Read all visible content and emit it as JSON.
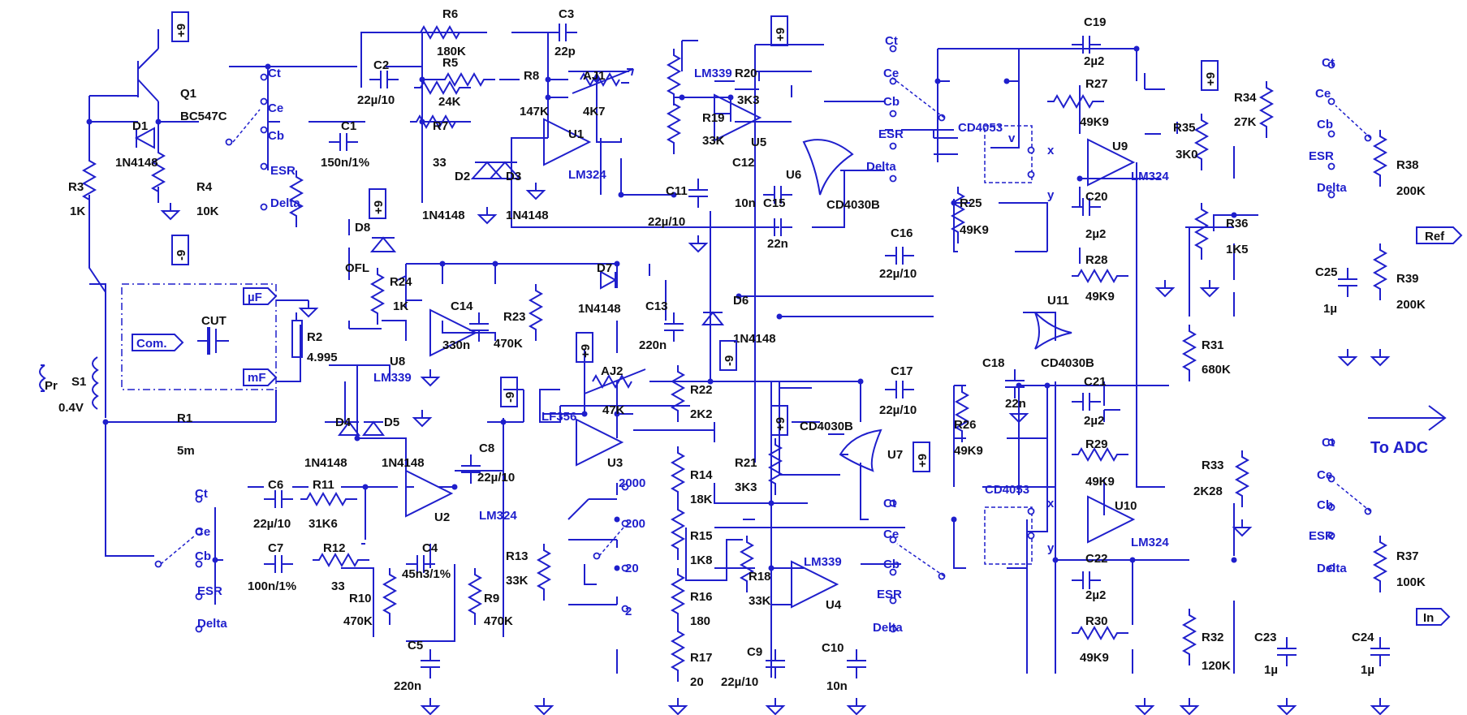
{
  "colors": {
    "wire": "#1f1fcc",
    "text": "#111111",
    "net_label": "#1f1fcc",
    "background": "#ffffff"
  },
  "resistors": [
    {
      "ref": "R1",
      "value": "5m"
    },
    {
      "ref": "R2",
      "value": "4.995"
    },
    {
      "ref": "R3",
      "value": "1K"
    },
    {
      "ref": "R4",
      "value": "10K"
    },
    {
      "ref": "R5",
      "value": "24K"
    },
    {
      "ref": "R6",
      "value": "180K"
    },
    {
      "ref": "R7",
      "value": "33"
    },
    {
      "ref": "R8",
      "value": "147K"
    },
    {
      "ref": "R9",
      "value": "470K"
    },
    {
      "ref": "R10",
      "value": "470K"
    },
    {
      "ref": "R11",
      "value": "31K6"
    },
    {
      "ref": "R12",
      "value": "33"
    },
    {
      "ref": "R13",
      "value": "33K"
    },
    {
      "ref": "R14",
      "value": "18K"
    },
    {
      "ref": "R15",
      "value": "1K8"
    },
    {
      "ref": "R16",
      "value": "180"
    },
    {
      "ref": "R17",
      "value": "20"
    },
    {
      "ref": "R18",
      "value": "33K"
    },
    {
      "ref": "R19",
      "value": "33K"
    },
    {
      "ref": "R20",
      "value": "3K3"
    },
    {
      "ref": "R21",
      "value": "3K3"
    },
    {
      "ref": "R22",
      "value": "2K2"
    },
    {
      "ref": "R23",
      "value": "470K"
    },
    {
      "ref": "R24",
      "value": "1K"
    },
    {
      "ref": "R25",
      "value": "49K9"
    },
    {
      "ref": "R26",
      "value": "49K9"
    },
    {
      "ref": "R27",
      "value": "49K9"
    },
    {
      "ref": "R28",
      "value": "49K9"
    },
    {
      "ref": "R29",
      "value": "49K9"
    },
    {
      "ref": "R30",
      "value": "49K9"
    },
    {
      "ref": "R31",
      "value": "680K"
    },
    {
      "ref": "R32",
      "value": "120K"
    },
    {
      "ref": "R33",
      "value": "2K28"
    },
    {
      "ref": "R34",
      "value": "27K"
    },
    {
      "ref": "R35",
      "value": "3K0"
    },
    {
      "ref": "R36",
      "value": "1K5"
    },
    {
      "ref": "R37",
      "value": "100K"
    },
    {
      "ref": "R38",
      "value": "200K"
    },
    {
      "ref": "R39",
      "value": "200K"
    }
  ],
  "capacitors": [
    {
      "ref": "C1",
      "value": "150n/1%"
    },
    {
      "ref": "C2",
      "value": "22µ/10"
    },
    {
      "ref": "C3",
      "value": "22p"
    },
    {
      "ref": "C4",
      "value": "45n3/1%"
    },
    {
      "ref": "C5",
      "value": "220n"
    },
    {
      "ref": "C6",
      "value": "22µ/10"
    },
    {
      "ref": "C7",
      "value": "100n/1%"
    },
    {
      "ref": "C8",
      "value": "22µ/10"
    },
    {
      "ref": "C9",
      "value": "22µ/10"
    },
    {
      "ref": "C10",
      "value": "10n"
    },
    {
      "ref": "C11",
      "value": "22µ/10"
    },
    {
      "ref": "C12",
      "value": "10n"
    },
    {
      "ref": "C13",
      "value": "220n"
    },
    {
      "ref": "C14",
      "value": "330n"
    },
    {
      "ref": "C15",
      "value": "22n"
    },
    {
      "ref": "C16",
      "value": "22µ/10"
    },
    {
      "ref": "C17",
      "value": "22µ/10"
    },
    {
      "ref": "C18",
      "value": "22n"
    },
    {
      "ref": "C19",
      "value": "2µ2"
    },
    {
      "ref": "C20",
      "value": "2µ2"
    },
    {
      "ref": "C21",
      "value": "2µ2"
    },
    {
      "ref": "C22",
      "value": "2µ2"
    },
    {
      "ref": "C23",
      "value": "1µ"
    },
    {
      "ref": "C24",
      "value": "1µ"
    },
    {
      "ref": "C25",
      "value": "1µ"
    }
  ],
  "diodes": [
    {
      "ref": "D1",
      "value": "1N4148"
    },
    {
      "ref": "D2",
      "value": "1N4148"
    },
    {
      "ref": "D3",
      "value": "1N4148"
    },
    {
      "ref": "D4",
      "value": "1N4148"
    },
    {
      "ref": "D5",
      "value": "1N4148"
    },
    {
      "ref": "D6",
      "value": "1N4148"
    },
    {
      "ref": "D7",
      "value": "1N4148"
    },
    {
      "ref": "D8",
      "value": "OFL"
    }
  ],
  "ics": [
    {
      "ref": "U1",
      "value": "LM324"
    },
    {
      "ref": "U2",
      "value": "LM324"
    },
    {
      "ref": "U3",
      "value": "LF356"
    },
    {
      "ref": "U4",
      "value": "LM339"
    },
    {
      "ref": "U5",
      "value": "LM339"
    },
    {
      "ref": "U6",
      "value": "CD4030B"
    },
    {
      "ref": "U7",
      "value": "CD4030B"
    },
    {
      "ref": "U8",
      "value": "LM339"
    },
    {
      "ref": "U9",
      "value": "LM324"
    },
    {
      "ref": "U10",
      "value": "LM324"
    },
    {
      "ref": "U11",
      "value": "CD4030B"
    }
  ],
  "pots": [
    {
      "ref": "AJ1",
      "value": "4K7"
    },
    {
      "ref": "AJ2",
      "value": "47K"
    }
  ],
  "transistor": {
    "ref": "Q1",
    "value": "BC547C"
  },
  "transformer": {
    "ref": "S1",
    "value": "0.4V",
    "primary": "Pr"
  },
  "dut": {
    "ref": "CUT",
    "port_com": "Com.",
    "port_uf": "µF",
    "port_mf": "mF"
  },
  "mux_chip": "CD4053",
  "mux_pins": {
    "x": "x",
    "y": "y",
    "v": "v"
  },
  "supply": {
    "pos": "+9",
    "neg": "-9"
  },
  "switch_positions": [
    "Ct",
    "Ce",
    "Cb",
    "ESR",
    "Delta"
  ],
  "range_labels": [
    "2000",
    "200",
    "20",
    "2"
  ],
  "ports": {
    "ref": "Ref",
    "in": "In"
  },
  "to_adc": "To ADC"
}
